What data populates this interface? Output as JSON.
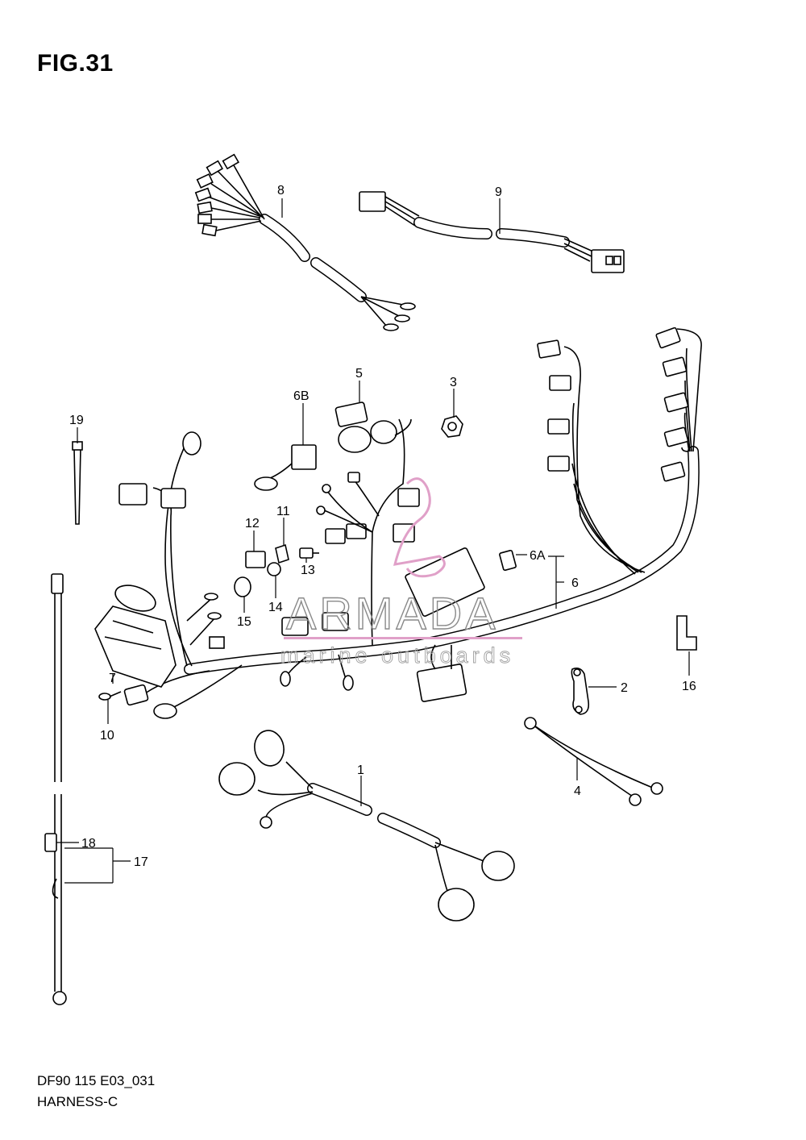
{
  "header": {
    "title": "FIG.31"
  },
  "footer": {
    "code": "DF90 115 E03_031",
    "name": "HARNESS-C"
  },
  "watermark": {
    "brand": "ARMADA",
    "tagline": "marine outboards",
    "accent_color": "#e0a0c8"
  },
  "callouts": {
    "c1": "1",
    "c2": "2",
    "c3": "3",
    "c4": "4",
    "c5": "5",
    "c6": "6",
    "c6a": "6A",
    "c6b": "6B",
    "c7": "7",
    "c8": "8",
    "c9": "9",
    "c10": "10",
    "c11": "11",
    "c12": "12",
    "c13": "13",
    "c14": "14",
    "c15": "15",
    "c16": "16",
    "c17": "17",
    "c18": "18",
    "c19": "19"
  }
}
